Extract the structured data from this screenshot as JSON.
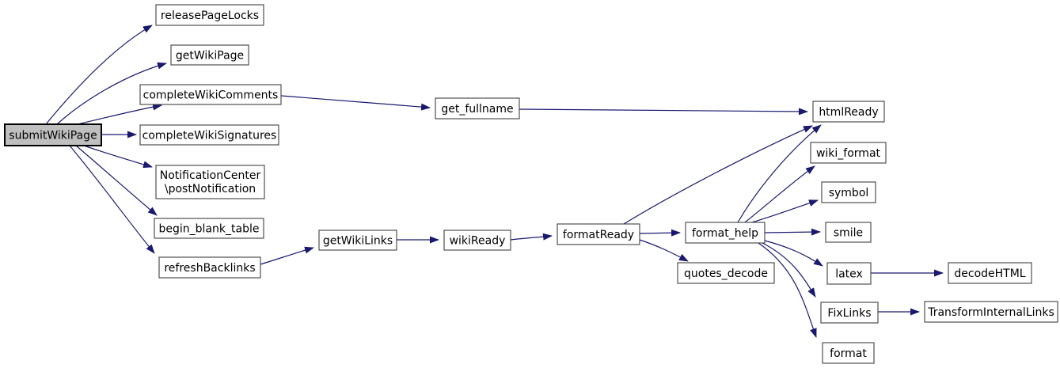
{
  "diagram": {
    "type": "call-graph",
    "background_color": "#ffffff",
    "edge_color": "#191970",
    "node_fill": "#ffffff",
    "node_border_color": "#404040",
    "root_node_fill": "#bfbfbf",
    "root_node_border_color": "#000000",
    "nodes": [
      {
        "id": "submitWikiPage",
        "label": "submitWikiPage",
        "root": true
      },
      {
        "id": "releasePageLocks",
        "label": "releasePageLocks"
      },
      {
        "id": "getWikiPage",
        "label": "getWikiPage"
      },
      {
        "id": "completeWikiComments",
        "label": "completeWikiComments"
      },
      {
        "id": "completeWikiSignatures",
        "label": "completeWikiSignatures"
      },
      {
        "id": "postNotification",
        "label": "NotificationCenter\\postNotification",
        "lines": [
          "NotificationCenter",
          "\\postNotification"
        ]
      },
      {
        "id": "begin_blank_table",
        "label": "begin_blank_table"
      },
      {
        "id": "refreshBacklinks",
        "label": "refreshBacklinks"
      },
      {
        "id": "get_fullname",
        "label": "get_fullname"
      },
      {
        "id": "getWikiLinks",
        "label": "getWikiLinks"
      },
      {
        "id": "wikiReady",
        "label": "wikiReady"
      },
      {
        "id": "formatReady",
        "label": "formatReady"
      },
      {
        "id": "quotes_decode",
        "label": "quotes_decode"
      },
      {
        "id": "format_help",
        "label": "format_help"
      },
      {
        "id": "htmlReady",
        "label": "htmlReady"
      },
      {
        "id": "wiki_format",
        "label": "wiki_format"
      },
      {
        "id": "symbol",
        "label": "symbol"
      },
      {
        "id": "smile",
        "label": "smile"
      },
      {
        "id": "latex",
        "label": "latex"
      },
      {
        "id": "decodeHTML",
        "label": "decodeHTML"
      },
      {
        "id": "FixLinks",
        "label": "FixLinks"
      },
      {
        "id": "TransformInternalLinks",
        "label": "TransformInternalLinks"
      },
      {
        "id": "format",
        "label": "format"
      }
    ],
    "edges": [
      {
        "from": "submitWikiPage",
        "to": "releasePageLocks"
      },
      {
        "from": "submitWikiPage",
        "to": "getWikiPage"
      },
      {
        "from": "submitWikiPage",
        "to": "completeWikiComments"
      },
      {
        "from": "submitWikiPage",
        "to": "completeWikiSignatures"
      },
      {
        "from": "submitWikiPage",
        "to": "postNotification"
      },
      {
        "from": "submitWikiPage",
        "to": "begin_blank_table"
      },
      {
        "from": "submitWikiPage",
        "to": "refreshBacklinks"
      },
      {
        "from": "completeWikiComments",
        "to": "get_fullname"
      },
      {
        "from": "get_fullname",
        "to": "htmlReady"
      },
      {
        "from": "refreshBacklinks",
        "to": "getWikiLinks"
      },
      {
        "from": "getWikiLinks",
        "to": "wikiReady"
      },
      {
        "from": "wikiReady",
        "to": "formatReady"
      },
      {
        "from": "formatReady",
        "to": "format_help"
      },
      {
        "from": "formatReady",
        "to": "quotes_decode"
      },
      {
        "from": "formatReady",
        "to": "htmlReady"
      },
      {
        "from": "format_help",
        "to": "htmlReady"
      },
      {
        "from": "format_help",
        "to": "wiki_format"
      },
      {
        "from": "format_help",
        "to": "symbol"
      },
      {
        "from": "format_help",
        "to": "smile"
      },
      {
        "from": "format_help",
        "to": "latex"
      },
      {
        "from": "format_help",
        "to": "FixLinks"
      },
      {
        "from": "format_help",
        "to": "format"
      },
      {
        "from": "latex",
        "to": "decodeHTML"
      },
      {
        "from": "FixLinks",
        "to": "TransformInternalLinks"
      }
    ]
  }
}
